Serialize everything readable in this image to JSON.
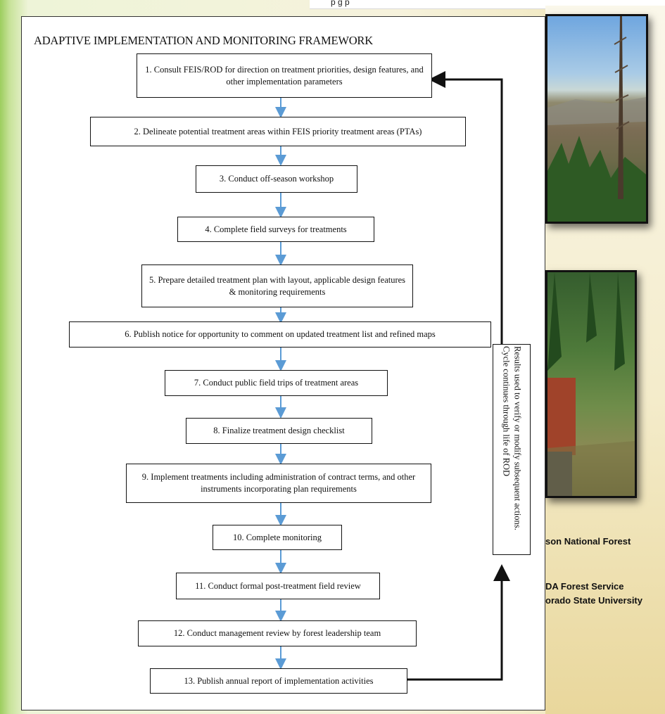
{
  "top_strip": {
    "text": "p                    g             p"
  },
  "framework": {
    "title": "ADAPTIVE IMPLEMENTATION AND MONITORING FRAMEWORK",
    "steps": [
      "1. Consult FEIS/ROD for direction on treatment priorities, design features, and other implementation parameters",
      "2. Delineate potential treatment areas within FEIS priority treatment areas (PTAs)",
      "3. Conduct off-season workshop",
      "4. Complete field surveys for treatments",
      "5. Prepare detailed treatment plan with layout, applicable design features & monitoring requirements",
      "6. Publish notice for opportunity to comment on updated treatment list and refined maps",
      "7. Conduct public field trips of treatment areas",
      "8. Finalize treatment design checklist",
      "9. Implement treatments including administration of contract terms, and other instruments incorporating plan requirements",
      "10. Complete monitoring",
      "11. Conduct formal post-treatment field review",
      "12. Conduct management review by forest leadership team",
      "13. Publish annual report of implementation activities"
    ],
    "feedback": "Results used to verify or modify subsequent actions. Cycle continues through life of ROD"
  },
  "credits": {
    "forest": "son National Forest",
    "service": "DA Forest Service",
    "university": "orado State University"
  },
  "colors": {
    "arrow_blue": "#5b9bd5",
    "arrow_black": "#111111",
    "left_green": "#9ccd5e",
    "right_panel": "#f4eccb"
  }
}
